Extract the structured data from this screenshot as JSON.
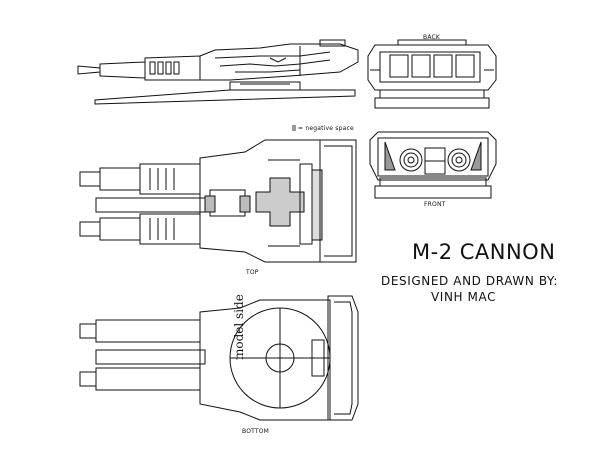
{
  "labels": {
    "back": "BACK",
    "front": "FRONT",
    "top": "TOP",
    "bottom": "BOTTOM",
    "legend": "= negative space",
    "model_side": "model side"
  },
  "title_block": {
    "title": "M-2 CANNON",
    "credit_line_1": "DESIGNED AND DRAWN BY:",
    "credit_line_2": "VINH MAC"
  }
}
